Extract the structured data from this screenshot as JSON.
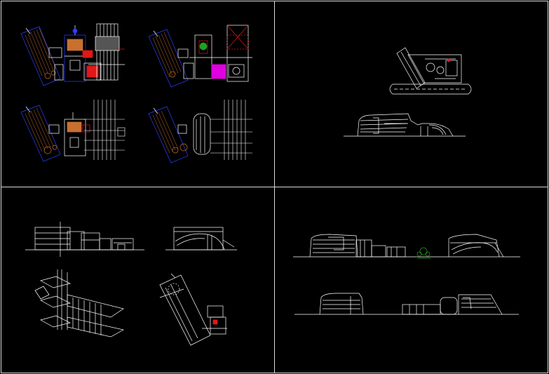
{
  "drawing": {
    "background": "#000000",
    "border_color": "#d9d9d9",
    "line_color": "#ffffff",
    "accent_red": "#e01818",
    "accent_blue": "#2840ff",
    "accent_magenta": "#e000e0",
    "accent_orange": "#c87030",
    "accent_green": "#20a020"
  },
  "viewports": [
    {
      "id": "floor-plans",
      "position": "top-left",
      "content": "floor-plans"
    },
    {
      "id": "site-plan",
      "position": "top-right",
      "content": "site-plan-and-elevation"
    },
    {
      "id": "sections-axonometric",
      "position": "bottom-left",
      "content": "sections-axonometric-plan"
    },
    {
      "id": "elevations",
      "position": "bottom-right",
      "content": "elevations"
    }
  ]
}
